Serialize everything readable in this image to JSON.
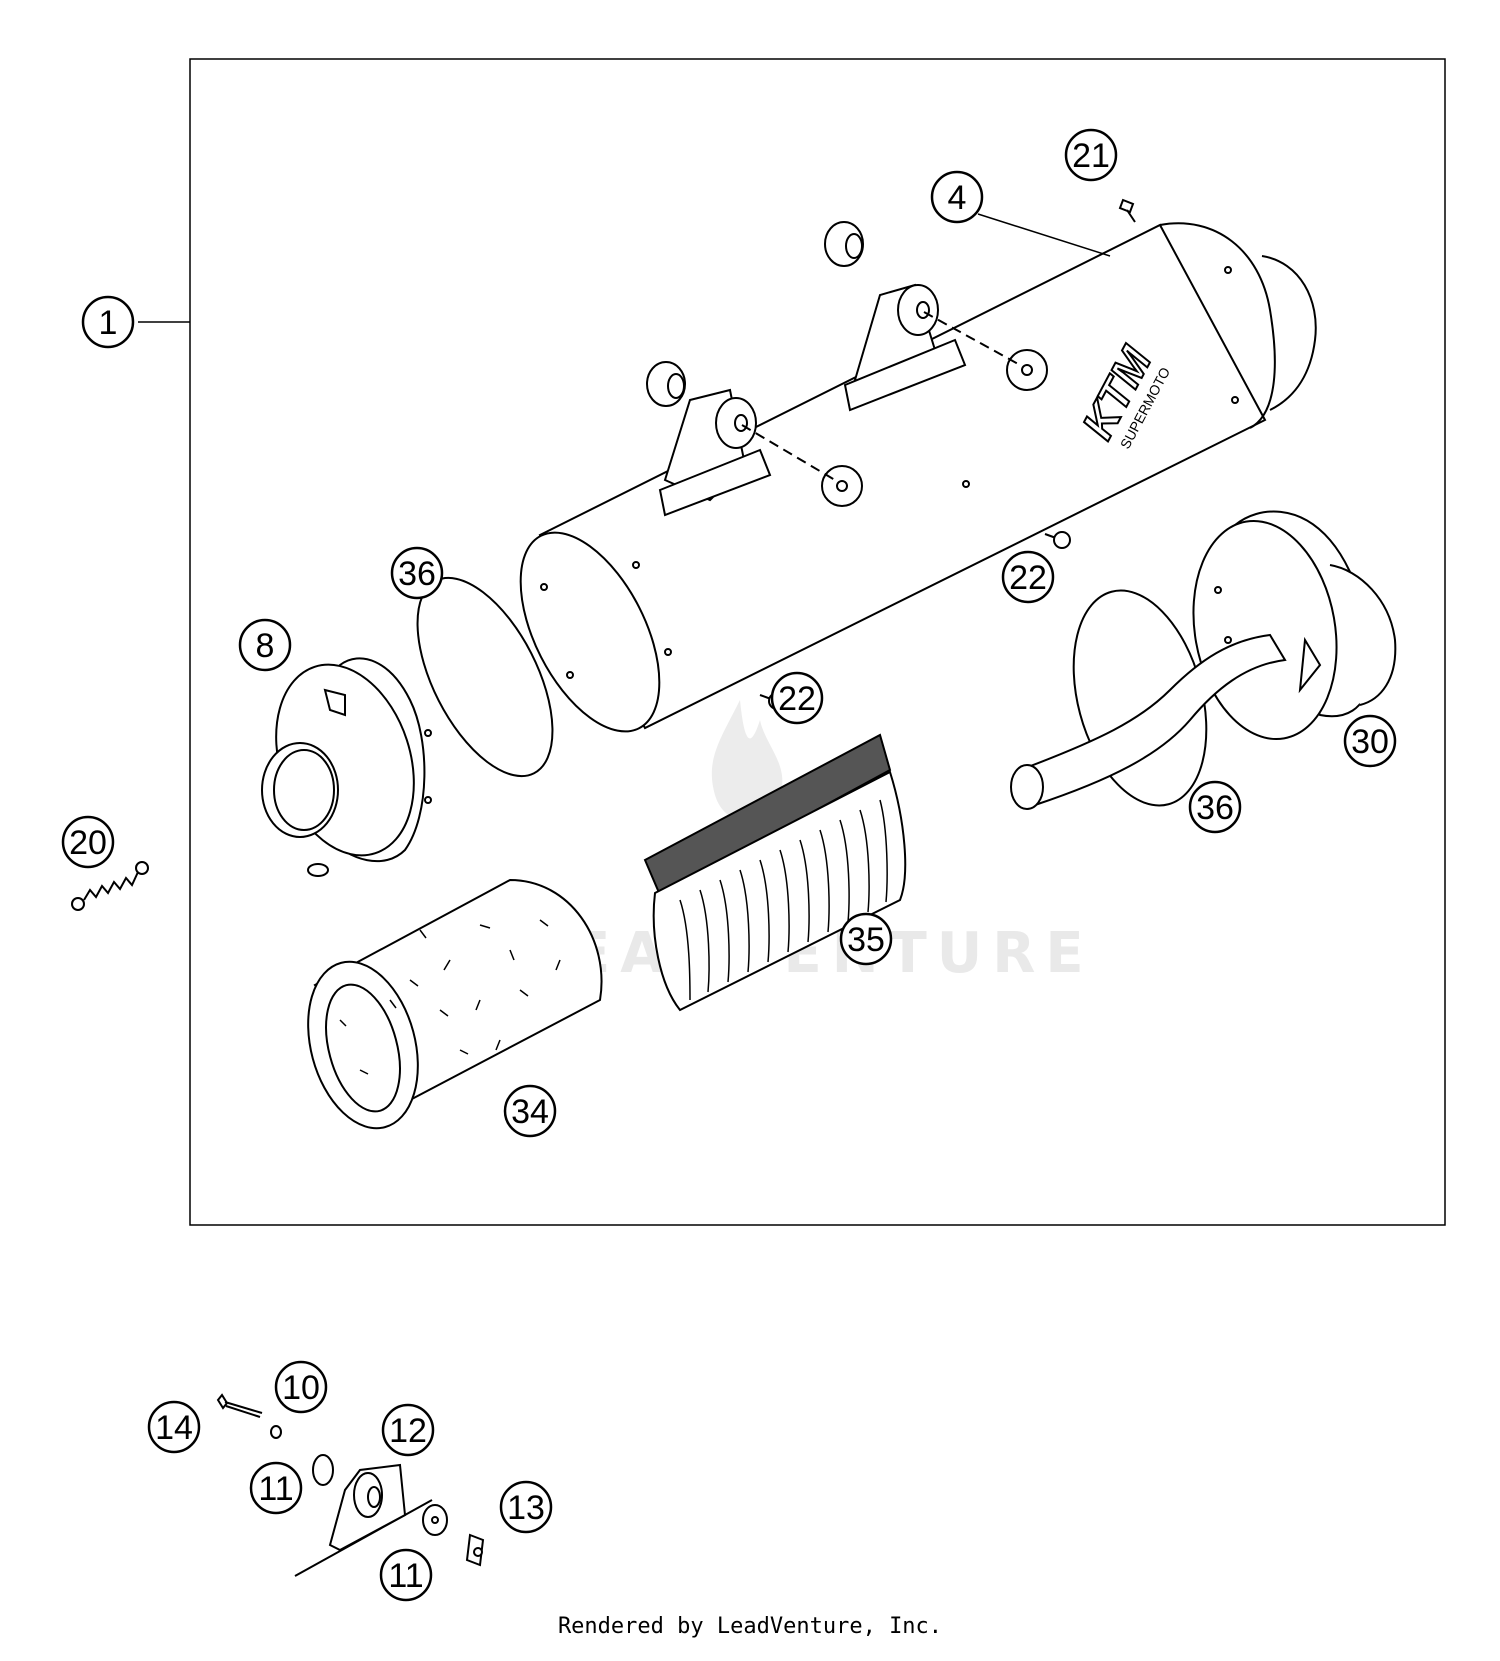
{
  "callouts": [
    "1",
    "4",
    "8",
    "10",
    "11",
    "11",
    "12",
    "13",
    "14",
    "20",
    "21",
    "22",
    "22",
    "30",
    "34",
    "35",
    "36",
    "36"
  ],
  "logo": {
    "brand": "KTM",
    "sub": "SUPERMOTO"
  },
  "watermark": "LEADVENTURE",
  "footer": "Rendered by LeadVenture, Inc."
}
